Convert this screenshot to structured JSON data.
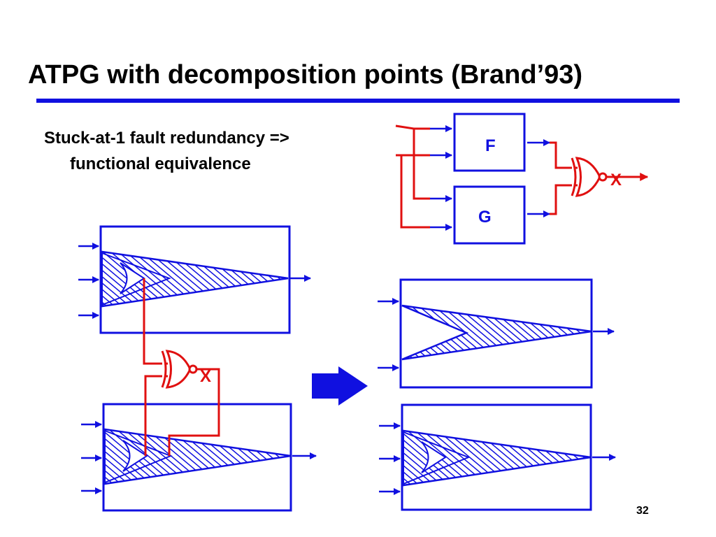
{
  "slide": {
    "title": "ATPG with decomposition points (Brand’93)",
    "statement_line1": "Stuck-at-1 fault redundancy =>",
    "statement_line2": "functional equivalence",
    "page_number": "32"
  },
  "diagram": {
    "block_f_label": "F",
    "block_g_label": "G",
    "fault_mark": "X",
    "colors": {
      "structure": "#1010e0",
      "fault_path": "#e01010",
      "title_rule": "#1010e0"
    },
    "icons": [
      "xnor-gate-icon",
      "right-arrow-icon",
      "hatched-cone"
    ]
  }
}
